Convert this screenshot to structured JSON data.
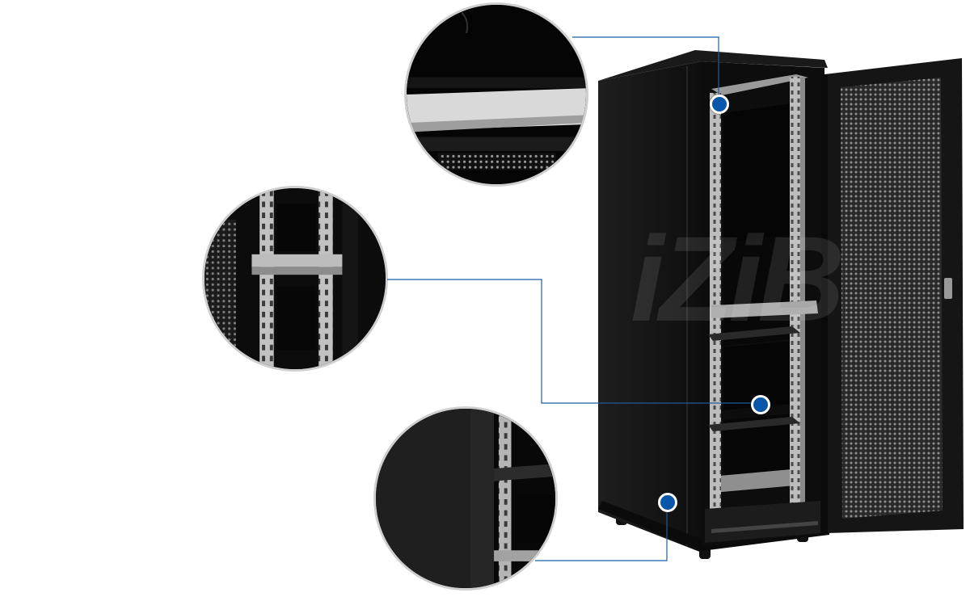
{
  "image": {
    "subject": "server-rack-cabinet",
    "watermark_text": "iZiB",
    "colors": {
      "background": "#ffffff",
      "cabinet": "#111111",
      "rail": "#b9b9b9",
      "hotspot": "#0a56a8",
      "leader_line": "#1f5aa0",
      "zoom_border": "#cfcfcf"
    }
  },
  "callouts": [
    {
      "id": "top-fan-detail"
    },
    {
      "id": "mounting-rails-detail"
    },
    {
      "id": "side-panel-detail"
    }
  ]
}
